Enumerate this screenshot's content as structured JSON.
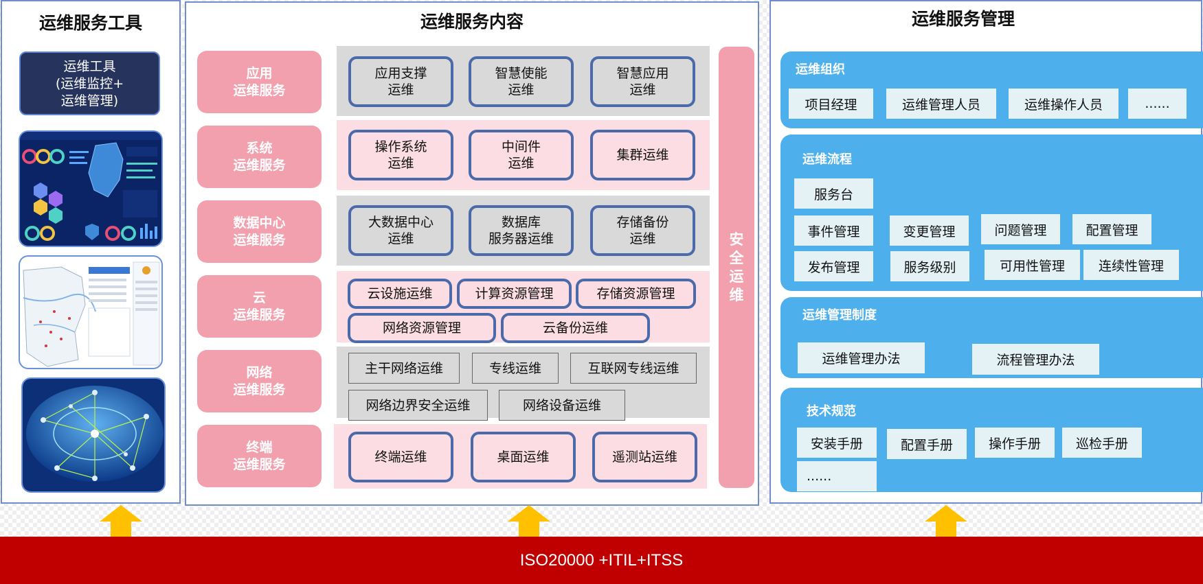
{
  "tools": {
    "title": "运维服务工具",
    "tool_box": [
      "运维工具",
      "(运维监控+",
      "运维管理)"
    ]
  },
  "content": {
    "title": "运维服务内容",
    "security": [
      "安",
      "全",
      "运",
      "维"
    ],
    "rows": [
      {
        "cat": [
          "应用",
          "运维服务"
        ],
        "items": [
          [
            "应用支撑",
            "运维"
          ],
          [
            "智慧使能",
            "运维"
          ],
          [
            "智慧应用",
            "运维"
          ]
        ]
      },
      {
        "cat": [
          "系统",
          "运维服务"
        ],
        "items": [
          [
            "操作系统",
            "运维"
          ],
          [
            "中间件",
            "运维"
          ],
          [
            "集群运维"
          ]
        ]
      },
      {
        "cat": [
          "数据中心",
          "运维服务"
        ],
        "items": [
          [
            "大数据中心",
            "运维"
          ],
          [
            "数据库",
            "服务器运维"
          ],
          [
            "存储备份",
            "运维"
          ]
        ]
      },
      {
        "cat": [
          "云",
          "运维服务"
        ],
        "items": [
          [
            "云设施运维"
          ],
          [
            "计算资源管理"
          ],
          [
            "存储资源管理"
          ],
          [
            "网络资源管理"
          ],
          [
            "云备份运维"
          ]
        ]
      },
      {
        "cat": [
          "网络",
          "运维服务"
        ],
        "items": [
          [
            "主干网络运维"
          ],
          [
            "专线运维"
          ],
          [
            "互联网专线运维"
          ],
          [
            "网络边界安全运维"
          ],
          [
            "网络设备运维"
          ]
        ]
      },
      {
        "cat": [
          "终端",
          "运维服务"
        ],
        "items": [
          [
            "终端运维"
          ],
          [
            "桌面运维"
          ],
          [
            "遥测站运维"
          ]
        ]
      }
    ]
  },
  "mgmt": {
    "title": "运维服务管理",
    "org": {
      "head": "运维组织",
      "items": [
        "项目经理",
        "运维管理人员",
        "运维操作人员",
        "......"
      ]
    },
    "process": {
      "head": "运维流程",
      "items": [
        "服务台",
        "事件管理",
        "变更管理",
        "问题管理",
        "配置管理",
        "发布管理",
        "服务级别",
        "可用性管理",
        "连续性管理"
      ]
    },
    "policy": {
      "head": "运维管理制度",
      "items": [
        "运维管理办法",
        "流程管理办法"
      ]
    },
    "spec": {
      "head": "技术规范",
      "items": [
        "安装手册",
        "配置手册",
        "操作手册",
        "巡检手册",
        "......"
      ]
    }
  },
  "base": {
    "label": "ISO20000 +ITIL+ITSS"
  },
  "colors": {
    "pink": "#f3a0ae",
    "navy": "#26335c",
    "blue": "#4db0ec",
    "red": "#c00000",
    "arrow": "#ffc000"
  }
}
